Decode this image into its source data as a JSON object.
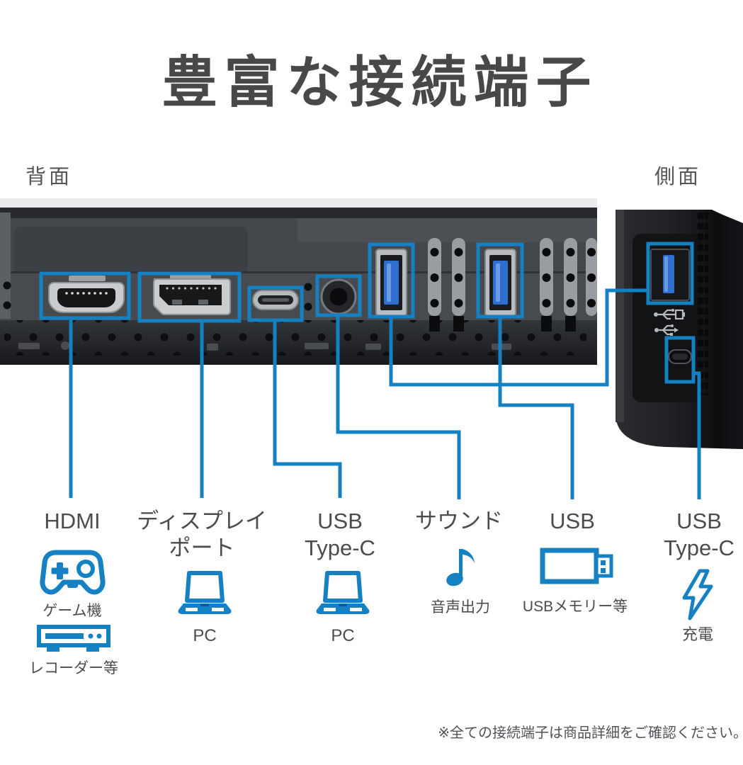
{
  "title": "豊富な接続端子",
  "sections": {
    "back": "背面",
    "side": "側面"
  },
  "colors": {
    "accent": "#1581c2",
    "usb_port_inner": "#2f6fd0",
    "heading_text": "#48484a",
    "label_text": "#4b4c4f"
  },
  "ports": [
    {
      "id": "hdmi",
      "label_lines": [
        "HDMI"
      ],
      "devices": [
        "ゲーム機",
        "レコーダー等"
      ]
    },
    {
      "id": "displayport",
      "label_lines": [
        "ディスプレイ",
        "ポート"
      ],
      "devices": [
        "PC"
      ]
    },
    {
      "id": "usb-type-c-back",
      "label_lines": [
        "USB",
        "Type-C"
      ],
      "devices": [
        "PC"
      ]
    },
    {
      "id": "sound",
      "label_lines": [
        "サウンド"
      ],
      "devices": [
        "音声出力"
      ]
    },
    {
      "id": "usb",
      "label_lines": [
        "USB"
      ],
      "devices": [
        "USBメモリー等"
      ]
    },
    {
      "id": "usb-type-c-side",
      "label_lines": [
        "USB",
        "Type-C"
      ],
      "devices": [
        "充電"
      ]
    }
  ],
  "footnote": "※全ての接続端子は商品詳細をご確認ください。"
}
